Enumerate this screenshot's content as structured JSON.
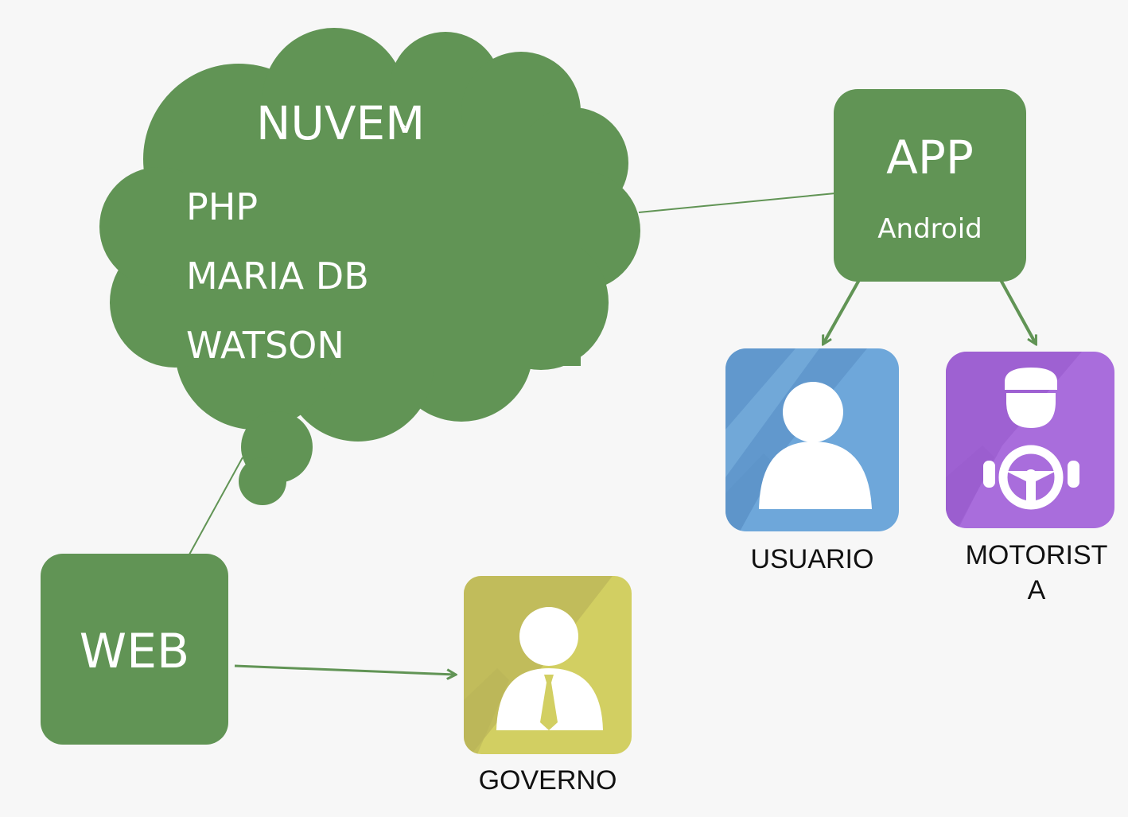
{
  "cloud": {
    "title": "NUVEM",
    "items": [
      "PHP",
      "MARIA DB",
      "WATSON"
    ]
  },
  "app_box": {
    "title": "APP",
    "subtitle": "Android"
  },
  "web_box": {
    "title": "WEB"
  },
  "icons": {
    "usuario": {
      "label": "USUARIO",
      "icon": "user-icon"
    },
    "motorista": {
      "label_line1": "MOTORIST",
      "label_line2": "A",
      "icon": "driver-icon"
    },
    "governo": {
      "label": "GOVERNO",
      "icon": "government-user-icon"
    }
  },
  "colors": {
    "green": "#619455",
    "blue": "#6ea7da",
    "purple": "#a96ddc",
    "yellow": "#d2cf62",
    "background": "#f7f7f7"
  }
}
